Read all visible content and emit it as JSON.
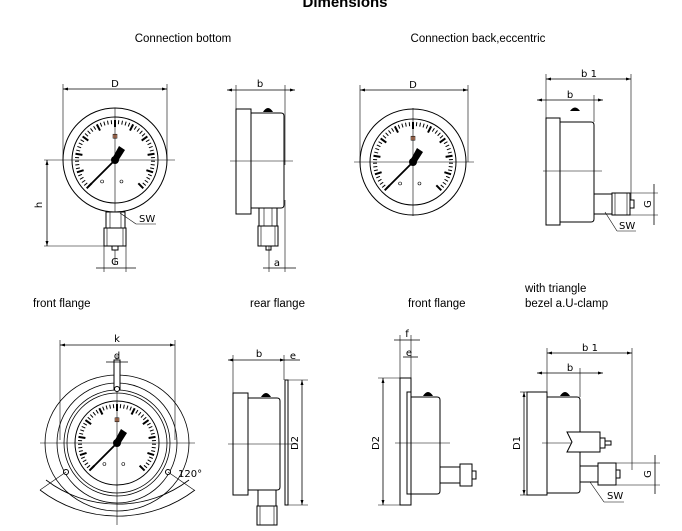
{
  "title": "Dimensions",
  "sections": {
    "connection_bottom": "Connection bottom",
    "connection_back": "Connection back,eccentric",
    "front_flange_1": "front flange",
    "rear_flange": "rear flange",
    "front_flange_2": "front flange",
    "triangle_line1": "with triangle",
    "triangle_line2": "bezel a.U-clamp"
  },
  "dims": {
    "D": "D",
    "h": "h",
    "SW": "SW",
    "G": "G",
    "b": "b",
    "a": "a",
    "b1": "b 1",
    "k": "k",
    "d": "d",
    "angle": "120°",
    "e": "e",
    "f": "f",
    "D2": "D2",
    "D1": "D1"
  }
}
